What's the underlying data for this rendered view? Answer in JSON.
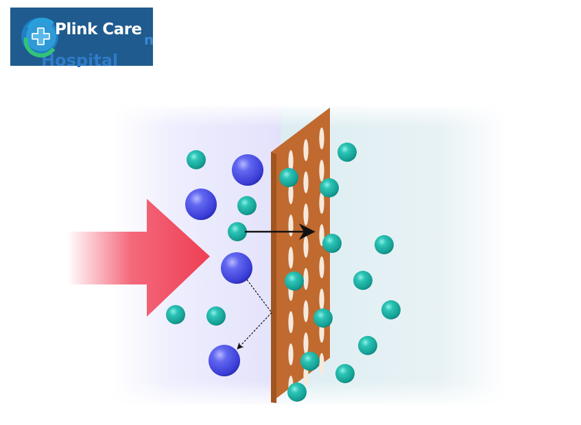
{
  "logo": {
    "text": "Plink Care",
    "icon": "medical-cross-emblem-icon",
    "background": "#1f5b8e",
    "partial_text_behind": "n",
    "partial_text_below": "Hospital"
  },
  "colors": {
    "arrow": "#ef4157",
    "membrane_face": "#c06a30",
    "membrane_edge": "#f0921c",
    "solute_small": "#1fb0a4",
    "solute_large": "#4a4ee0"
  },
  "icons": [
    "large-arrow-icon",
    "black-pass-arrow-icon",
    "dashed-reject-arrow-icon"
  ]
}
